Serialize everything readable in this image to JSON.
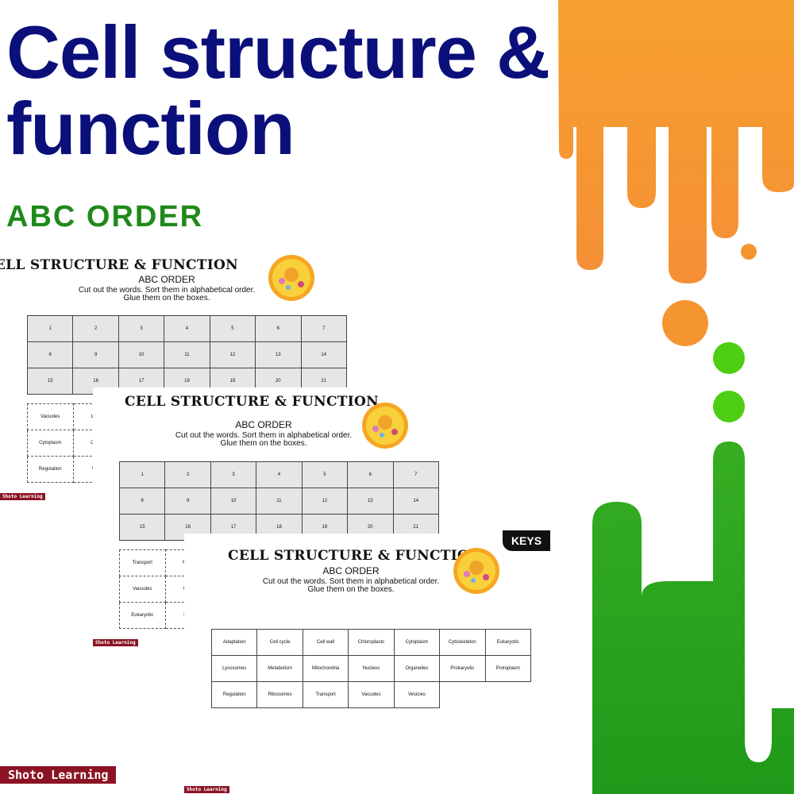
{
  "header": {
    "title": "Cell structure & function",
    "subtitle": "ABC ORDER"
  },
  "colors": {
    "title": "#0a0f7a",
    "subtitle": "#1f8a1a",
    "orange_drip": "#f5952f",
    "green_drip": "#2aa21e",
    "brand_tag": "#8b1424"
  },
  "sheets": [
    {
      "title": "CELL STRUCTURE & FUNCTION",
      "subtitle": "ABC ORDER",
      "instructions": [
        "Cut out the words. Sort them in alphabetical order.",
        "Glue them on the boxes."
      ],
      "grid": [
        [
          "1",
          "2",
          "3",
          "4",
          "5",
          "6",
          "7"
        ],
        [
          "8",
          "9",
          "10",
          "11",
          "12",
          "13",
          "14"
        ],
        [
          "15",
          "16",
          "17",
          "18",
          "19",
          "20",
          "21"
        ]
      ],
      "cutouts": [
        [
          "Vacuoles",
          "Lyso"
        ],
        [
          "Cytoplasm",
          "Orga"
        ],
        [
          "Regulation",
          "Ves"
        ]
      ],
      "brand": "Shoto Learning",
      "icon": "animal-cell-icon"
    },
    {
      "title": "CELL STRUCTURE & FUNCTION",
      "subtitle": "ABC ORDER",
      "instructions": [
        "Cut out the words. Sort them in alphabetical order.",
        "Glue them on the boxes."
      ],
      "grid": [
        [
          "1",
          "2",
          "3",
          "4",
          "5",
          "6",
          "7"
        ],
        [
          "8",
          "9",
          "10",
          "11",
          "12",
          "13",
          "14"
        ],
        [
          "15",
          "16",
          "17",
          "18",
          "19",
          "20",
          "21"
        ]
      ],
      "cutouts": [
        [
          "Transport",
          "Meta"
        ],
        [
          "Vacuoles",
          "Chlo"
        ],
        [
          "Eukaryotic",
          "Reg"
        ]
      ],
      "brand": "Shoto Learning",
      "icon": "animal-cell-icon"
    },
    {
      "badge": "KEYS",
      "title": "CELL STRUCTURE & FUNCTION",
      "subtitle": "ABC ORDER",
      "instructions": [
        "Cut out the words. Sort them in alphabetical order.",
        "Glue them on the boxes."
      ],
      "grid": [
        [
          "Adaptation",
          "Cell cycle",
          "Cell wall",
          "Chloroplasts",
          "Cytoplasm",
          "Cytoskeleton",
          "Eukaryotic"
        ],
        [
          "Lysosomes",
          "Metabolism",
          "Mitochondria",
          "Nucleus",
          "Organelles",
          "Prokaryotic",
          "Protoplasm"
        ],
        [
          "Regulation",
          "Ribosomes",
          "Transport",
          "Vacuoles",
          "Vesicles"
        ]
      ],
      "brand": "Shoto Learning",
      "icon": "animal-cell-icon"
    }
  ],
  "footer_brand": "Shoto Learning"
}
